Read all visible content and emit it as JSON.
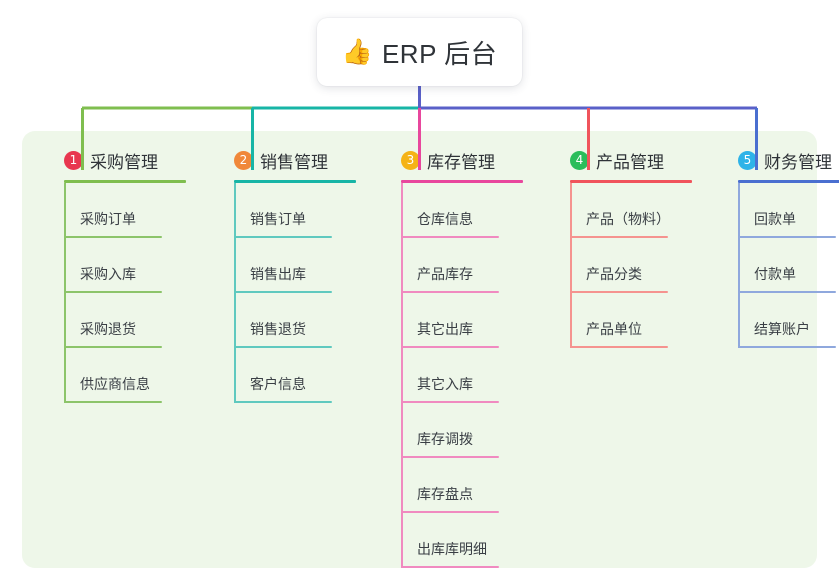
{
  "root": {
    "icon": "thumbs-up-icon",
    "icon_glyph": "👍",
    "title": "ERP 后台"
  },
  "palette": {
    "page_background": "#ffffff",
    "panel_background": "#eef7e9",
    "card_background": "#ffffff",
    "text": "#2f3338",
    "bus_purple": "#5a60c8",
    "green": "#7fbe4f",
    "teal": "#17b5a6",
    "magenta": "#e8479d",
    "red": "#f0545c",
    "blue": "#4a6fd0",
    "leaf_green": "#8cc46a",
    "leaf_teal": "#5fc9bf",
    "leaf_magenta": "#f08ac0",
    "leaf_red": "#f5938f",
    "leaf_blue": "#8fa8dd"
  },
  "columns": [
    {
      "index": "1",
      "badge_color": "#e8374f",
      "rule_color": "#7fbe4f",
      "leaf_color": "#8cc46a",
      "title": "采购管理",
      "items": [
        "采购订单",
        "采购入库",
        "采购退货",
        "供应商信息"
      ]
    },
    {
      "index": "2",
      "badge_color": "#f0883a",
      "rule_color": "#17b5a6",
      "leaf_color": "#5fc9bf",
      "title": "销售管理",
      "items": [
        "销售订单",
        "销售出库",
        "销售退货",
        "客户信息"
      ]
    },
    {
      "index": "3",
      "badge_color": "#f5b316",
      "rule_color": "#e8479d",
      "leaf_color": "#f08ac0",
      "title": "库存管理",
      "items": [
        "仓库信息",
        "产品库存",
        "其它出库",
        "其它入库",
        "库存调拨",
        "库存盘点",
        "出库库明细"
      ]
    },
    {
      "index": "4",
      "badge_color": "#2bbd5b",
      "rule_color": "#f0545c",
      "leaf_color": "#f5938f",
      "title": "产品管理",
      "items": [
        "产品（物料）",
        "产品分类",
        "产品单位"
      ]
    },
    {
      "index": "5",
      "badge_color": "#2eb3e8",
      "rule_color": "#4a6fd0",
      "leaf_color": "#8fa8dd",
      "title": "财务管理",
      "items": [
        "回款单",
        "付款单",
        "结算账户"
      ]
    }
  ]
}
